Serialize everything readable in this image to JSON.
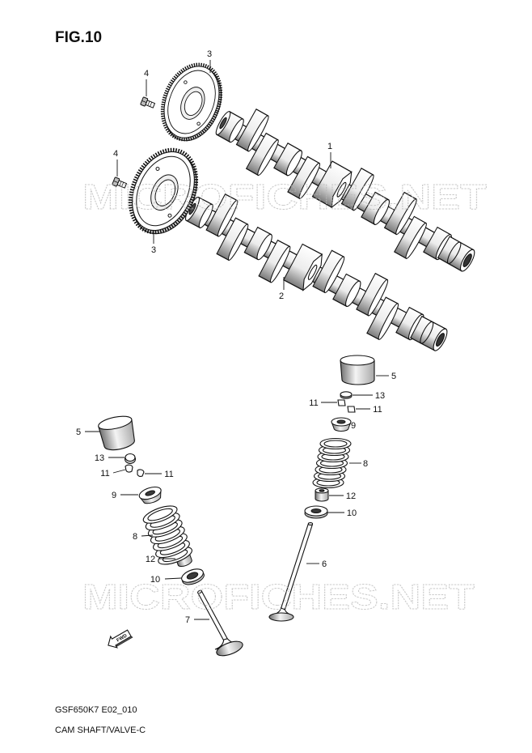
{
  "figure": {
    "title": "FIG.10"
  },
  "callouts": {
    "top_gear": "3",
    "top_bolt": "4",
    "camshaft_upper": "1",
    "lower_bolt": "4",
    "lower_gear": "3",
    "camshaft_lower": "2",
    "right": {
      "tappet": "5",
      "shim": "13",
      "cotter_a": "11",
      "cotter_b": "11",
      "retainer": "9",
      "spring": "8",
      "seal": "12",
      "seat": "10",
      "valve": "6"
    },
    "left": {
      "tappet": "5",
      "shim": "13",
      "cotter_a": "11",
      "cotter_b": "11",
      "retainer": "9",
      "spring": "8",
      "seal": "12",
      "seat": "10",
      "valve": "7"
    }
  },
  "direction_marker": "FWD",
  "watermark": "MICROFICHES.NET",
  "footer": {
    "code": "GSF650K7 E02_010",
    "caption": "CAM SHAFT/VALVE-C"
  }
}
